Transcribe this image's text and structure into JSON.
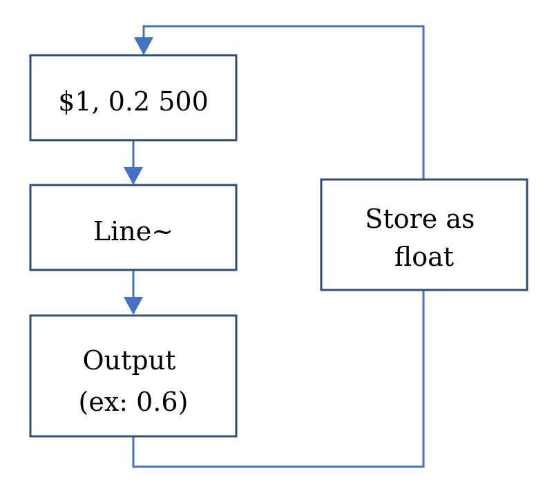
{
  "nodes": {
    "input": {
      "lines": [
        "$1, 0.2 500"
      ]
    },
    "line": {
      "lines": [
        "Line~"
      ]
    },
    "output": {
      "lines": [
        "Output",
        "(ex: 0.6)"
      ]
    },
    "store": {
      "lines": [
        "Store as",
        "float"
      ]
    }
  },
  "colors": {
    "box_border": "#2f4b7c",
    "connector": "#4472c4",
    "text": "#000000",
    "background": "#ffffff"
  }
}
